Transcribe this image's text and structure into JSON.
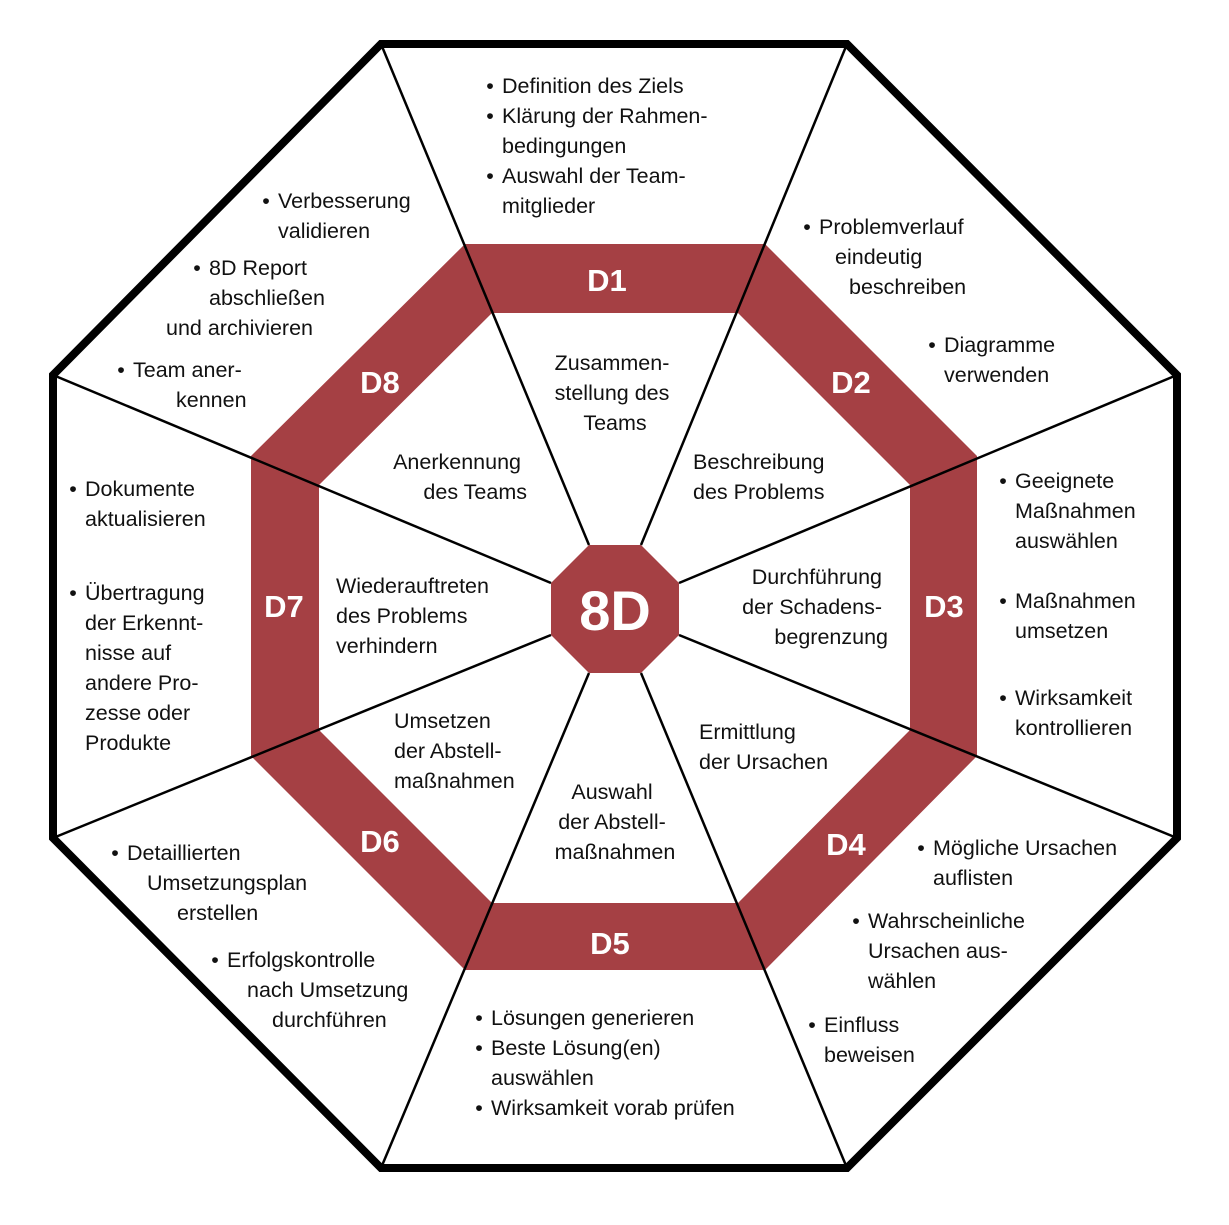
{
  "colors": {
    "accent": "#a54044",
    "line": "#000000",
    "text": "#111111"
  },
  "center": "8D",
  "steps": [
    {
      "code": "D1",
      "title": [
        "Zusammen-",
        "stellung des",
        "Teams"
      ],
      "bullets": [
        [
          "Definition des Ziels"
        ],
        [
          "Klärung der Rahmen-",
          "bedingungen"
        ],
        [
          "Auswahl der Team-",
          "mitglieder"
        ]
      ]
    },
    {
      "code": "D2",
      "title": [
        "Beschreibung",
        "des Problems"
      ],
      "bullets": [
        [
          "Problemverlauf",
          "eindeutig",
          "beschreiben"
        ],
        [
          "Diagramme",
          "verwenden"
        ]
      ]
    },
    {
      "code": "D3",
      "title": [
        "Durchführung",
        "der Schadens-",
        "begrenzung"
      ],
      "bullets": [
        [
          "Geeignete",
          "Maßnahmen",
          "auswählen"
        ],
        [
          "Maßnahmen",
          "umsetzen"
        ],
        [
          "Wirksamkeit",
          "kontrollieren"
        ]
      ]
    },
    {
      "code": "D4",
      "title": [
        "Ermittlung",
        "der Ursachen"
      ],
      "bullets": [
        [
          "Mögliche Ursachen",
          "auflisten"
        ],
        [
          "Wahrscheinliche",
          "Ursachen aus-",
          "wählen"
        ],
        [
          "Einfluss",
          "beweisen"
        ]
      ]
    },
    {
      "code": "D5",
      "title": [
        "Auswahl",
        "der Abstell-",
        "maßnahmen"
      ],
      "bullets": [
        [
          "Lösungen generieren"
        ],
        [
          "Beste Lösung(en)",
          "auswählen"
        ],
        [
          "Wirksamkeit vorab prüfen"
        ]
      ]
    },
    {
      "code": "D6",
      "title": [
        "Umsetzen",
        "der Abstell-",
        "maßnahmen"
      ],
      "bullets": [
        [
          "Detaillierten",
          "Umsetzungsplan",
          "erstellen"
        ],
        [
          "Erfolgskontrolle",
          "nach Umsetzung",
          "durchführen"
        ]
      ]
    },
    {
      "code": "D7",
      "title": [
        "Wiederauftreten",
        "des Problems",
        "verhindern"
      ],
      "bullets": [
        [
          "Dokumente",
          "aktualisieren"
        ],
        [
          "Übertragung",
          "der Erkennt-",
          "nisse auf",
          "andere Pro-",
          "zesse oder",
          "Produkte"
        ]
      ]
    },
    {
      "code": "D8",
      "title": [
        "Anerkennung",
        "des Teams"
      ],
      "bullets": [
        [
          "Verbesserung",
          "validieren"
        ],
        [
          "8D Report",
          "abschließen",
          "und archivieren"
        ],
        [
          "Team aner-",
          "kennen"
        ]
      ]
    }
  ]
}
